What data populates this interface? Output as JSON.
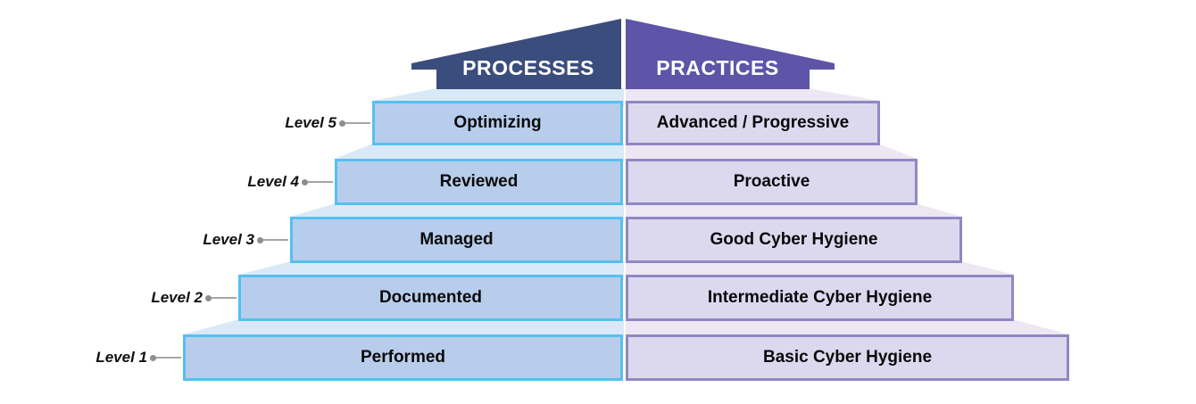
{
  "diagram": {
    "title_left": "PROCESSES",
    "title_right": "PRACTICES",
    "levels": [
      {
        "label": "Level 5",
        "process": "Optimizing",
        "practice": "Advanced / Progressive"
      },
      {
        "label": "Level 4",
        "process": "Reviewed",
        "practice": "Proactive"
      },
      {
        "label": "Level 3",
        "process": "Managed",
        "practice": "Good Cyber Hygiene"
      },
      {
        "label": "Level 2",
        "process": "Documented",
        "practice": "Intermediate Cyber Hygiene"
      },
      {
        "label": "Level 1",
        "process": "Performed",
        "practice": "Basic Cyber Hygiene"
      }
    ],
    "colors": {
      "roof_left": "#3b4d7c",
      "roof_right": "#5e54a8",
      "process_fill": "#b8cdeb",
      "process_border": "#55c0f0",
      "practice_fill": "#dcd9ef",
      "practice_border": "#8f88c5",
      "step_left": "#d9e9f8",
      "step_right": "#ede7f3",
      "connector": "#a6a6a6",
      "text": "#0a0a0a",
      "title_text": "#ffffff"
    }
  }
}
